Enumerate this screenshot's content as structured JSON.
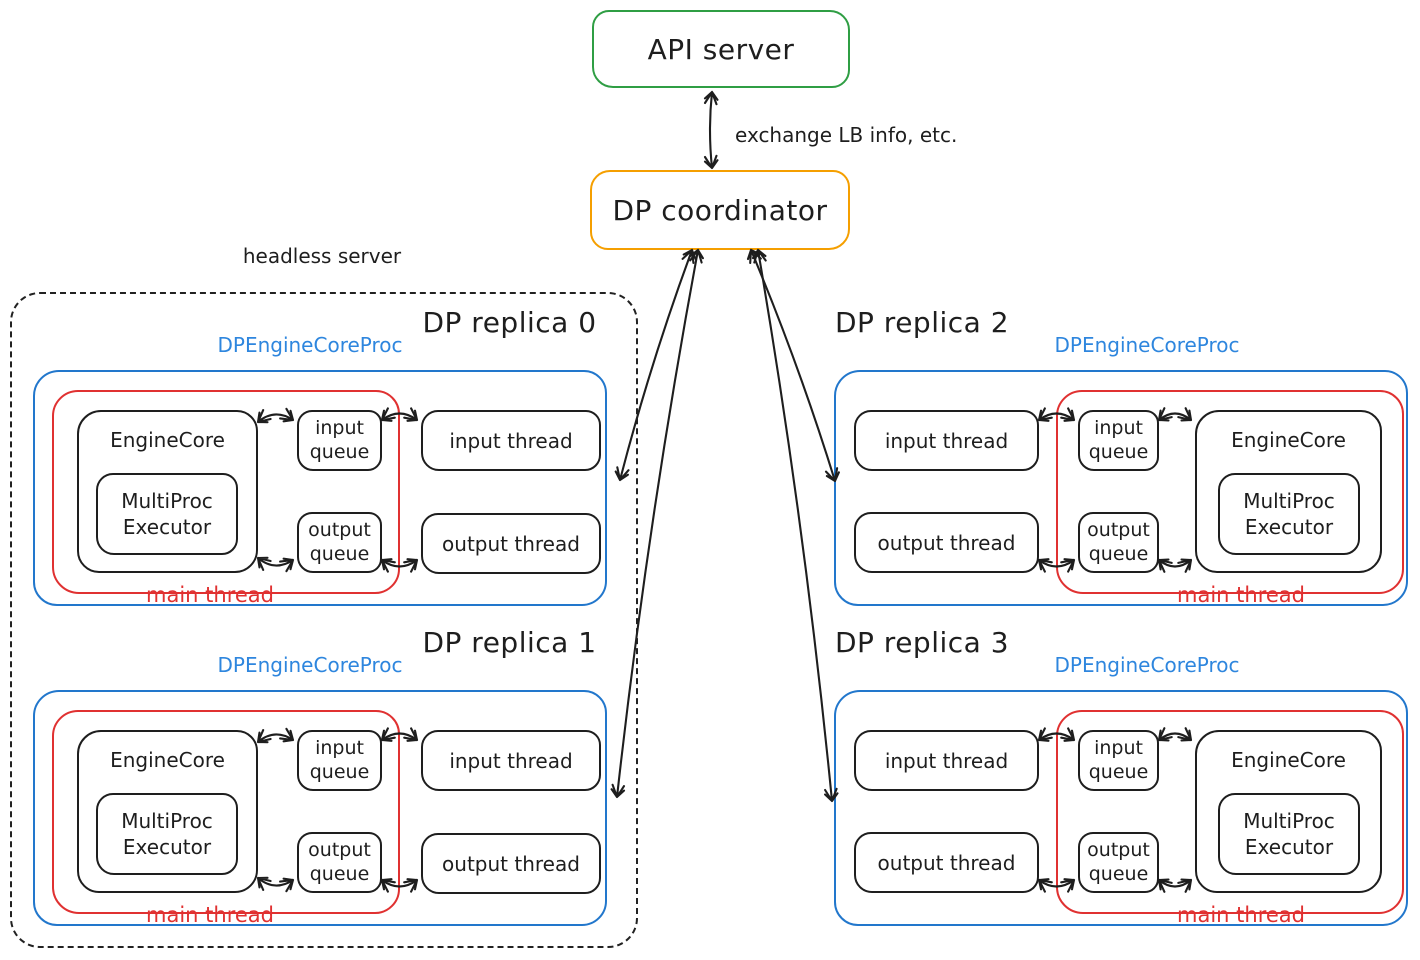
{
  "colors": {
    "ink": "#1e1e1e",
    "green": "#2f9e44",
    "orange": "#f59f00",
    "blue": "#2277cc",
    "blue_text": "#2e86de",
    "red": "#e03131"
  },
  "api_server": {
    "label": "API server"
  },
  "coordinator": {
    "label": "DP coordinator"
  },
  "coordinator_link": {
    "label": "exchange LB info, etc."
  },
  "headless_server": {
    "label": "headless server"
  },
  "replica_labels": {
    "proc": "DPEngineCoreProc",
    "engine_core": "EngineCore",
    "executor_line1": "MultiProc",
    "executor_line2": "Executor",
    "input_queue_line1": "input",
    "input_queue_line2": "queue",
    "output_queue_line1": "output",
    "output_queue_line2": "queue",
    "input_thread": "input thread",
    "output_thread": "output thread",
    "main_thread": "main thread"
  },
  "replicas": [
    {
      "title": "DP replica 0"
    },
    {
      "title": "DP replica 1"
    },
    {
      "title": "DP replica 2"
    },
    {
      "title": "DP replica 3"
    }
  ]
}
